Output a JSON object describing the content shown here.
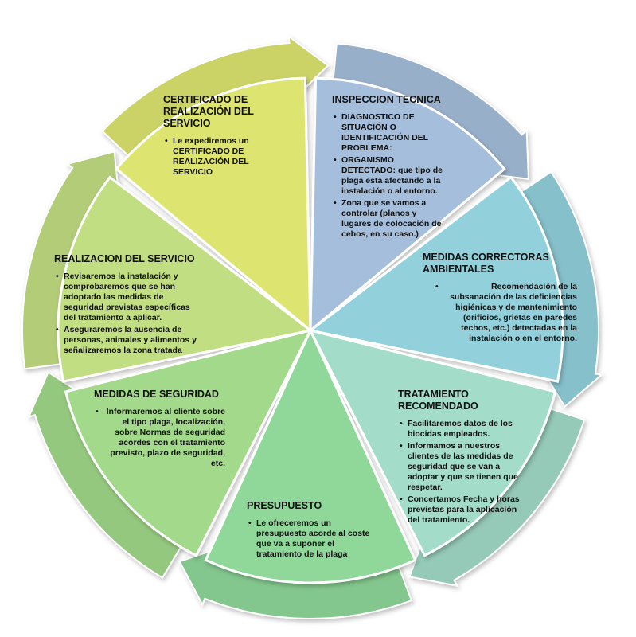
{
  "diagram": {
    "segments": [
      {
        "id": "certificado",
        "title": "CERTIFICADO DE REALIZACIÓN DEL SERVICIO",
        "bullets": [
          "Le expediremos un CERTIFICADO DE REALIZACIÓN DEL SERVICIO"
        ],
        "fill": "#dde46f"
      },
      {
        "id": "inspeccion",
        "title": "INSPECCION TECNICA",
        "bullets": [
          "DIAGNOSTICO DE SITUACIÓN O IDENTIFICACIÓN DEL PROBLEMA:",
          "ORGANISMO DETECTADO: que tipo de plaga esta afectando a la instalación o al entorno.",
          "Zona que se vamos a controlar (planos y lugares de colocación de cebos, en su caso.)"
        ],
        "fill": "#a5bedc"
      },
      {
        "id": "medidas-correctoras",
        "title": "MEDIDAS CORRECTORAS AMBIENTALES",
        "bullets": [
          "Recomendación de la subsanación de las deficiencias higiénicas y de mantenimiento (orificios, grietas en paredes techos, etc.) detectadas en la instalación o en el entorno."
        ],
        "fill": "#92d1dc"
      },
      {
        "id": "tratamiento",
        "title": "TRATAMIENTO RECOMENDADO",
        "bullets": [
          "Facilitaremos datos de los biocidas empleados.",
          "Informamos a nuestros clientes de las medidas de seguridad que se van a adoptar y que se tienen que respetar.",
          "Concertamos Fecha y horas previstas para la aplicación del tratamiento."
        ],
        "fill": "#a3dcc8"
      },
      {
        "id": "presupuesto",
        "title": "PRESUPUESTO",
        "bullets": [
          "Le ofreceremos un presupuesto acorde al coste que va a suponer el tratamiento de la plaga"
        ],
        "fill": "#8fd89a"
      },
      {
        "id": "medidas-seguridad",
        "title": "MEDIDAS DE SEGURIDAD",
        "bullets": [
          "Informaremos al cliente sobre el tipo plaga, localización, sobre Normas de seguridad acordes con el tratamiento previsto, plazo de seguridad, etc."
        ],
        "fill": "#a2d98a"
      },
      {
        "id": "realizacion",
        "title": "REALIZACION DEL SERVICIO",
        "bullets": [
          "Revisaremos la instalación y comprobaremos que se han adoptado las medidas de seguridad previstas específicas del tratamiento a aplicar.",
          "Aseguraremos la ausencia de personas, animales y alimentos y señalizaremos la zona tratada"
        ],
        "fill": "#c1de82"
      }
    ]
  }
}
